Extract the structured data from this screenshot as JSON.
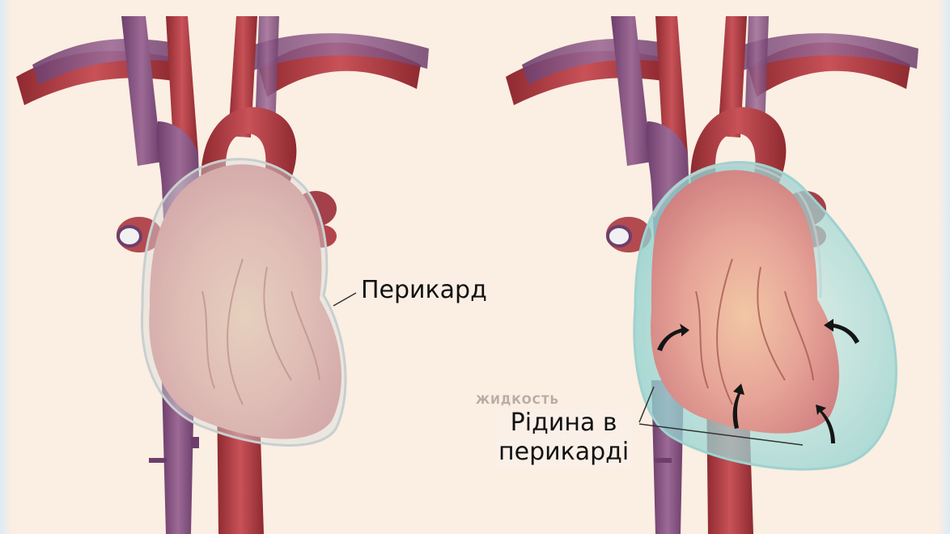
{
  "labels": {
    "pericardium": "Перикард",
    "fluid_line1": "Рідина в",
    "fluid_line2": "перикарді",
    "ghost_text": "ЖИДКОСТЬ"
  },
  "panels": [
    {
      "id": "normal-heart"
    },
    {
      "id": "pericardial-effusion"
    }
  ],
  "colors": {
    "background": "#fbeee2",
    "artery": "#b3424a",
    "vein": "#8a5a86",
    "pericardium": "#cfd6d6",
    "fluid": "#a9dcda",
    "arrow": "#151515"
  }
}
